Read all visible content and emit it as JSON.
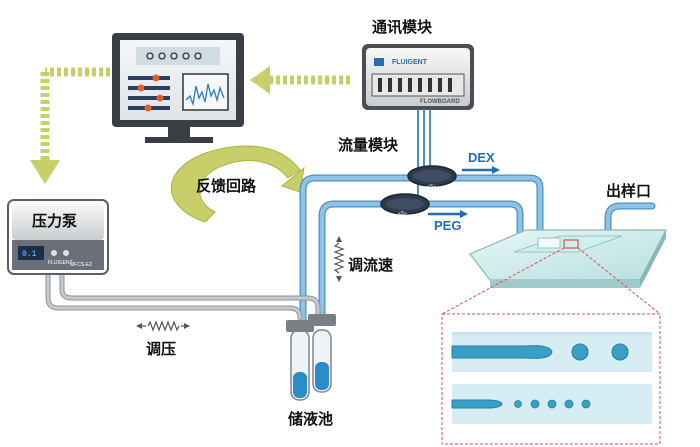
{
  "labels": {
    "comm_module": "通讯模块",
    "flow_module": "流量模块",
    "feedback_loop": "反馈回路",
    "pressure_pump": "压力泵",
    "adjust_flow": "调流速",
    "adjust_pressure": "调压",
    "reservoir": "储液池",
    "outlet": "出样口",
    "dex": "DEX",
    "peg": "PEG"
  },
  "brand": {
    "logo_text": "FLUIGENT",
    "board_text": "FLOWBOARD",
    "pump_model": "MFCS-EZ",
    "pump_display": "0.1"
  },
  "colors": {
    "tube": "#8ec3e6",
    "tube_edge": "#4f8fbf",
    "arrow": "#c8cf6a",
    "arrow_edge": "#a9b33c",
    "accent_blue": "#1f6fb5",
    "inset_border": "#d9534f",
    "channel": "#aee3ee"
  },
  "icons": [
    "monitor-icon",
    "pump-icon",
    "module-icon",
    "flow-sensor-icon",
    "spring-icon"
  ]
}
